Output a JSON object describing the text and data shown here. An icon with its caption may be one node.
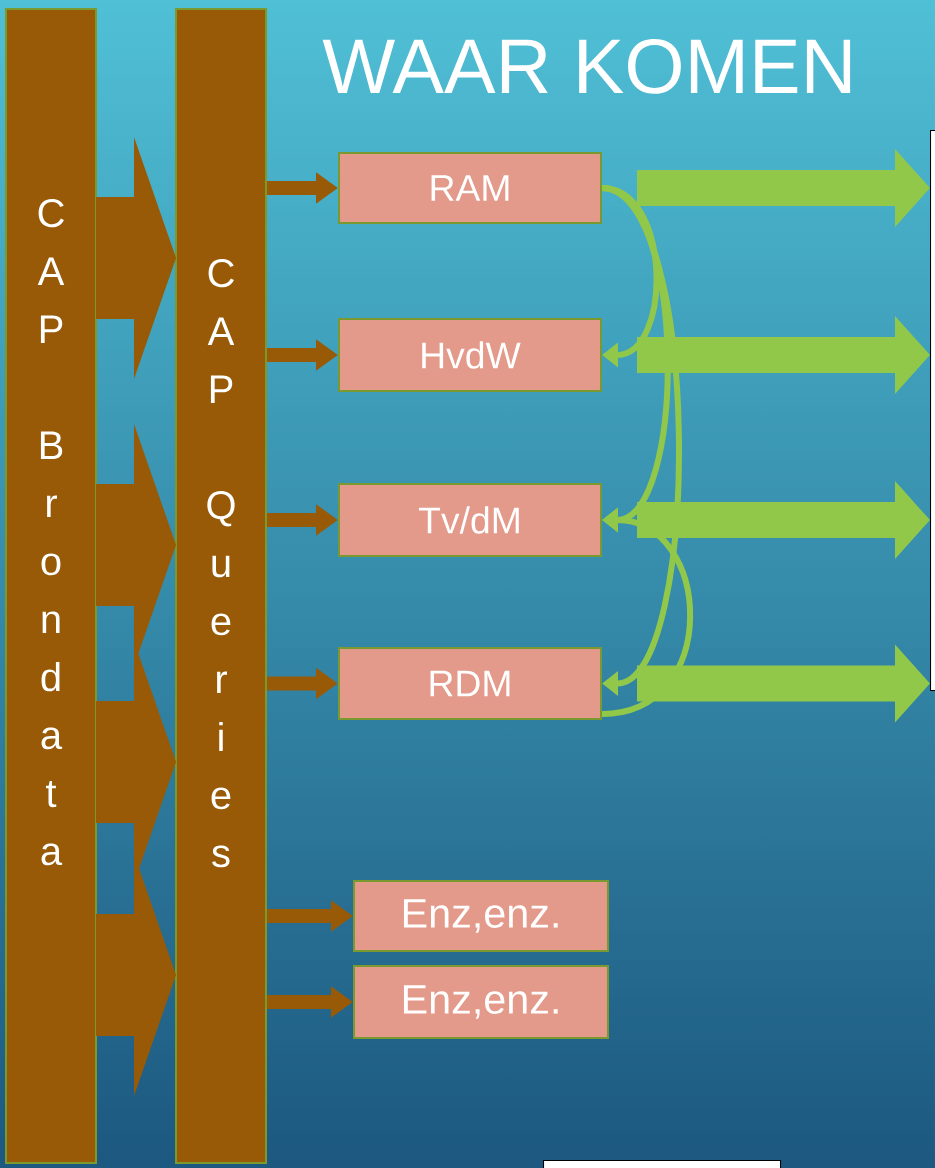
{
  "diagram": {
    "title": "WAAR KOMEN",
    "nodes": [
      {
        "text": [
          "CAP Brondata"
        ]
      },
      {
        "text": [
          "CAP Queries"
        ]
      },
      {
        "text": [
          "RAM"
        ]
      },
      {
        "text": [
          "HvdW"
        ]
      },
      {
        "text": [
          "Tv/dM"
        ]
      },
      {
        "text": [
          "RDM"
        ]
      },
      {
        "text": [
          "Enz,enz."
        ]
      },
      {
        "text": [
          "Enz,enz."
        ]
      },
      {
        "text": [],
        "shape": "box"
      },
      {
        "text": [],
        "shape": "box"
      }
    ],
    "edges": [
      {
        "from": 0,
        "to": 1,
        "arrow": "to",
        "style": "thick",
        "color": "#985a06"
      },
      {
        "from": 0,
        "to": 1,
        "arrow": "to",
        "style": "thick",
        "color": "#985a06"
      },
      {
        "from": 0,
        "to": 1,
        "arrow": "to",
        "style": "thick",
        "color": "#985a06"
      },
      {
        "from": 0,
        "to": 1,
        "arrow": "to",
        "style": "thick",
        "color": "#985a06"
      },
      {
        "from": 1,
        "to": 2,
        "arrow": "to",
        "color": "#985a06"
      },
      {
        "from": 1,
        "to": 3,
        "arrow": "to",
        "color": "#985a06"
      },
      {
        "from": 1,
        "to": 4,
        "arrow": "to",
        "color": "#985a06"
      },
      {
        "from": 1,
        "to": 5,
        "arrow": "to",
        "color": "#985a06"
      },
      {
        "from": 1,
        "to": 6,
        "arrow": "to",
        "color": "#985a06"
      },
      {
        "from": 1,
        "to": 7,
        "arrow": "to",
        "color": "#985a06"
      },
      {
        "from": 2,
        "to": 8,
        "arrow": "to",
        "style": "thick",
        "color": "#92c84a"
      },
      {
        "from": 3,
        "to": 8,
        "arrow": "to",
        "style": "thick",
        "color": "#92c84a"
      },
      {
        "from": 4,
        "to": 8,
        "arrow": "to",
        "style": "thick",
        "color": "#92c84a"
      },
      {
        "from": 5,
        "to": 8,
        "arrow": "to",
        "style": "thick",
        "color": "#92c84a"
      },
      {
        "from": 2,
        "to": 3,
        "arrow": "to",
        "color": "#92c84a"
      },
      {
        "from": 2,
        "to": 4,
        "arrow": "to",
        "color": "#92c84a"
      },
      {
        "from": 2,
        "to": 5,
        "arrow": "to",
        "color": "#92c84a"
      },
      {
        "from": 5,
        "to": 4,
        "arrow": "to",
        "color": "#92c84a"
      }
    ]
  }
}
